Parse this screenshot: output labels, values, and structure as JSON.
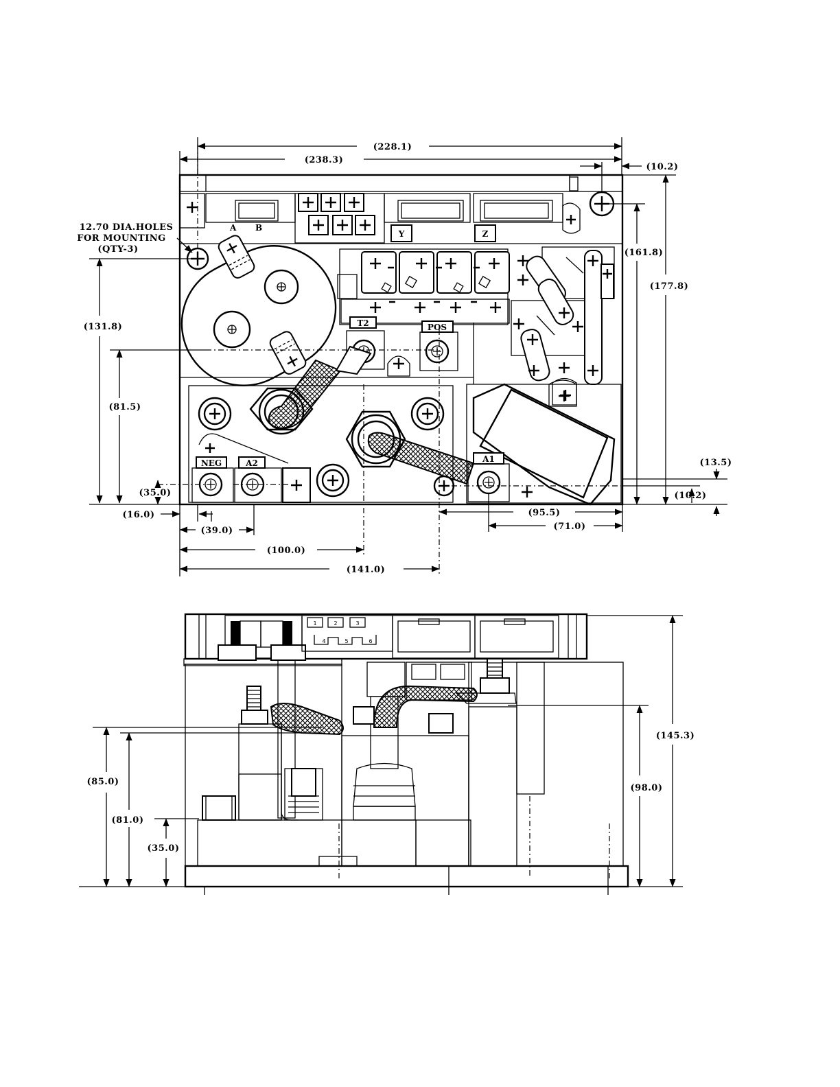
{
  "top_view": {
    "note": [
      "12.70 DIA.HOLES",
      "FOR MOUNTING",
      "(QTY-3)"
    ],
    "dimensions": {
      "w228": "(228.1)",
      "w238": "(238.3)",
      "r10a": "(10.2)",
      "h161": "(161.8)",
      "h177": "(177.8)",
      "h131": "(131.8)",
      "h81": "(81.5)",
      "h35": "(35.0)",
      "l16": "(16.0)",
      "r13": "(13.5)",
      "r10b": "(10.2)",
      "b95": "(95.5)",
      "b71": "(71.0)",
      "b39": "(39.0)",
      "b100": "(100.0)",
      "b141": "(141.0)"
    },
    "terminals": {
      "a": "A",
      "b": "B",
      "y": "Y",
      "z": "Z",
      "t2": "T2",
      "pos": "POS",
      "neg": "NEG",
      "a2": "A2",
      "a1": "A1"
    }
  },
  "side_view": {
    "dimensions": {
      "h145": "(145.3)",
      "h98": "(98.0)",
      "h85": "(85.0)",
      "h81": "(81.0)",
      "h35": "(35.0)"
    },
    "pins": [
      "1",
      "2",
      "3",
      "4",
      "5",
      "6"
    ]
  }
}
